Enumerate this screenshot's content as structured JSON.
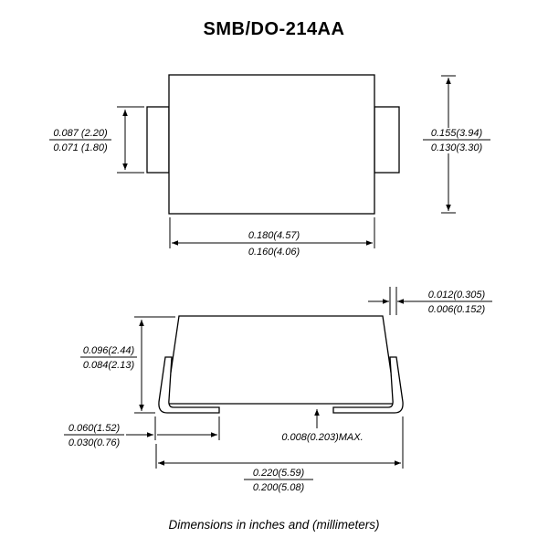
{
  "title": "SMB/DO-214AA",
  "footer": "Dimensions in inches and (millimeters)",
  "top_view": {
    "tab_width": {
      "max": "0.087 (2.20)",
      "min": "0.071 (1.80)"
    },
    "body_width": {
      "max": "0.155(3.94)",
      "min": "0.130(3.30)"
    },
    "body_length": {
      "max": "0.180(4.57)",
      "min": "0.160(4.06)"
    }
  },
  "side_view": {
    "lead_thickness": {
      "max": "0.012(0.305)",
      "min": "0.006(0.152)"
    },
    "height": {
      "max": "0.096(2.44)",
      "min": "0.084(2.13)"
    },
    "foot_length": {
      "max": "0.060(1.52)",
      "min": "0.030(0.76)"
    },
    "standoff": "0.008(0.203)MAX.",
    "overall_length": {
      "max": "0.220(5.59)",
      "min": "0.200(5.08)"
    }
  },
  "colors": {
    "ink": "#000000",
    "paper": "#ffffff"
  }
}
